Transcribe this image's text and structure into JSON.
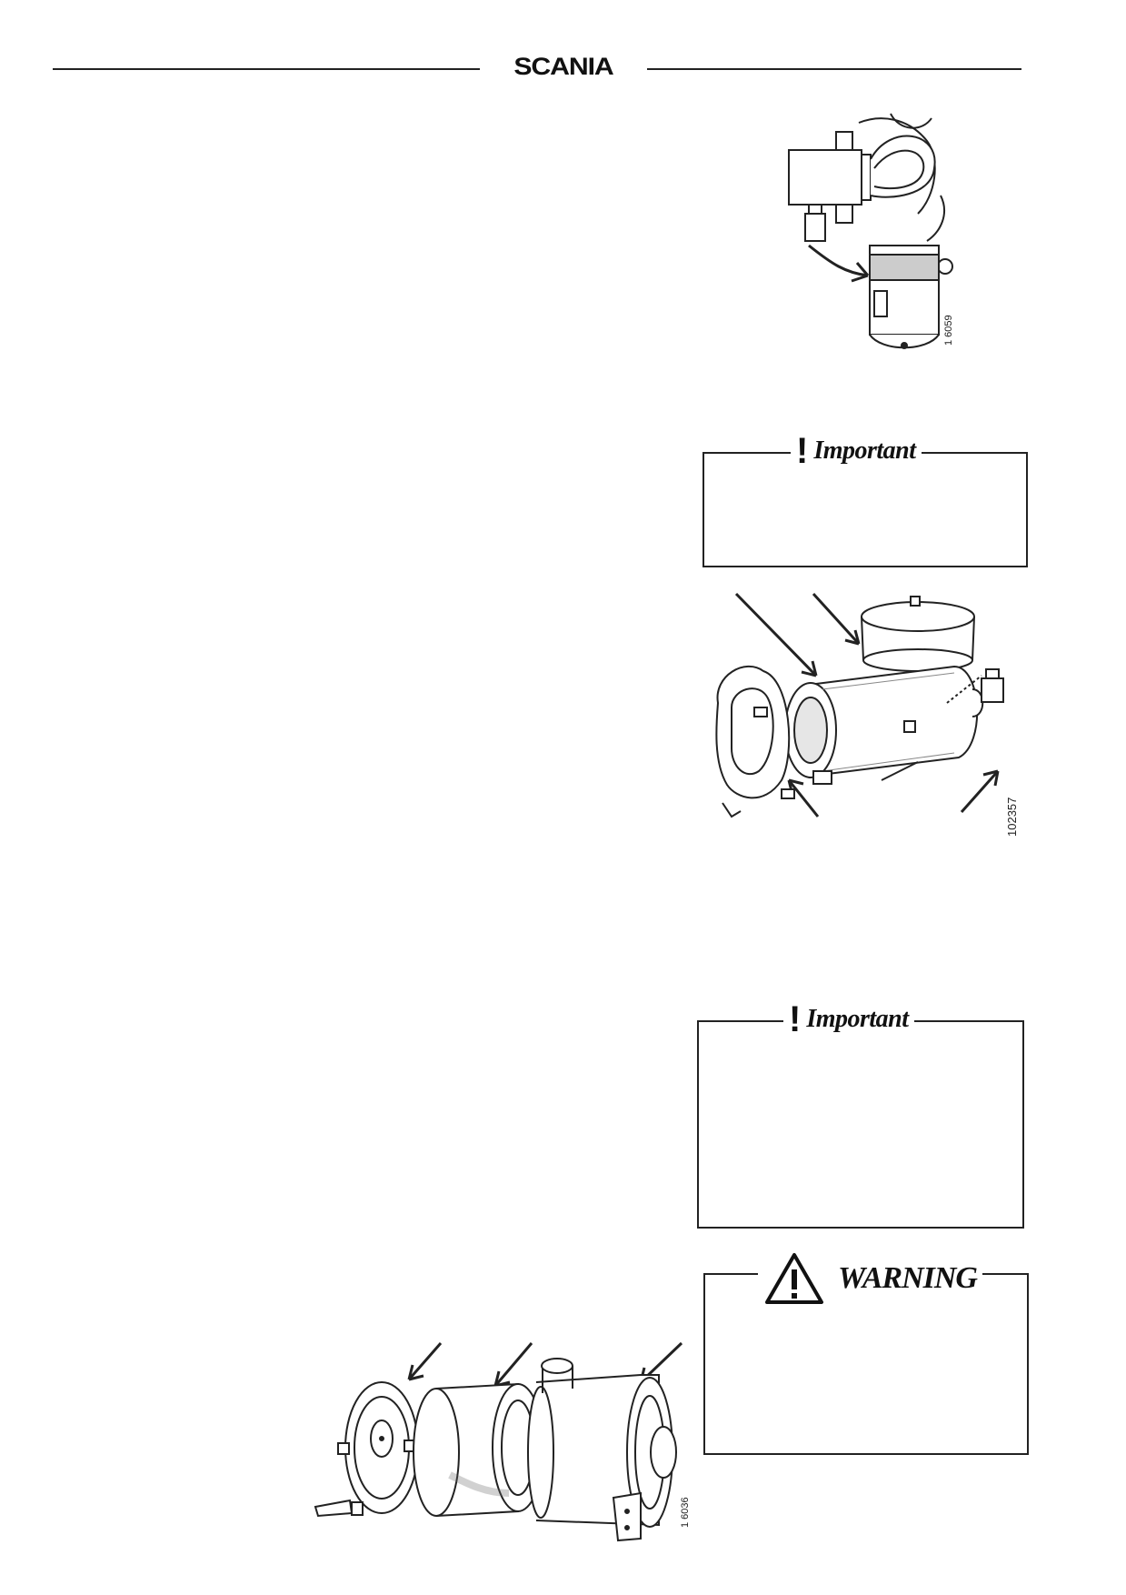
{
  "header": {
    "brand": "SCANIA"
  },
  "figures": {
    "fuel_filter": {
      "id": "1 6059",
      "icon": "fuel-filter-illustration"
    },
    "air_cleaner": {
      "id": "102357",
      "icon": "air-cleaner-illustration"
    },
    "air_filter_exploded": {
      "id": "1 6036",
      "icon": "air-filter-exploded-illustration"
    }
  },
  "notices": {
    "important_1": {
      "label": "Important",
      "icon": "exclamation-icon"
    },
    "important_2": {
      "label": "Important",
      "icon": "exclamation-icon"
    },
    "warning": {
      "label": "WARNING",
      "icon": "warning-triangle-icon"
    }
  }
}
